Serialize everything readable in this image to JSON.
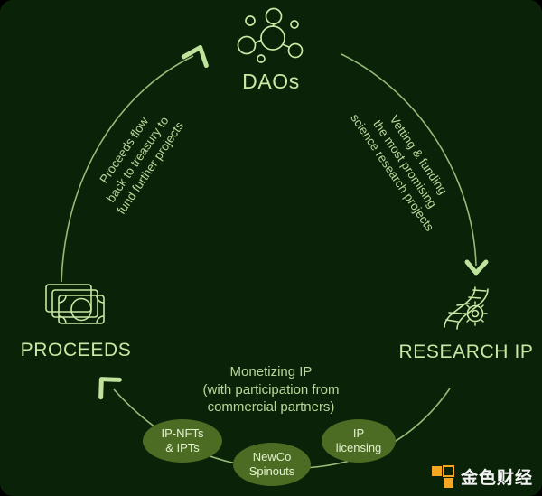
{
  "diagram": {
    "background_color": "#0a2208",
    "accent_color": "#c9e8a3",
    "pill_color": "#4c6c24",
    "nodes": [
      {
        "id": "daos",
        "label": "DAOs",
        "icon": "molecule-icon"
      },
      {
        "id": "proceeds",
        "label": "PROCEEDS",
        "icon": "banknotes-icon"
      },
      {
        "id": "research-ip",
        "label": "RESEARCH IP",
        "icon": "dna-gear-icon"
      }
    ],
    "edges": [
      {
        "id": "proceeds-to-daos",
        "from": "proceeds",
        "to": "daos",
        "lines": [
          "Proceeds flow",
          "back to treasury to",
          "fund further projects"
        ]
      },
      {
        "id": "daos-to-research",
        "from": "daos",
        "to": "research-ip",
        "lines": [
          "Vetting & funding",
          "the most promising",
          "science research projects"
        ]
      },
      {
        "id": "research-to-proceeds",
        "from": "research-ip",
        "to": "proceeds",
        "lines": [
          "Monetizing IP",
          "(with participation from",
          "commercial partners)"
        ]
      }
    ],
    "pills": [
      {
        "id": "ip-nfts",
        "lines": [
          "IP-NFTs",
          "& IPTs"
        ]
      },
      {
        "id": "newco-spinouts",
        "lines": [
          "NewCo",
          "Spinouts"
        ]
      },
      {
        "id": "ip-licensing",
        "lines": [
          "IP",
          "licensing"
        ]
      }
    ],
    "monetizing_caption": {
      "line1": "Monetizing IP",
      "line2": "(with participation from",
      "line3": "commercial partners)"
    },
    "watermark": {
      "text": "金色财经",
      "logo_color": "#f5a623"
    }
  }
}
